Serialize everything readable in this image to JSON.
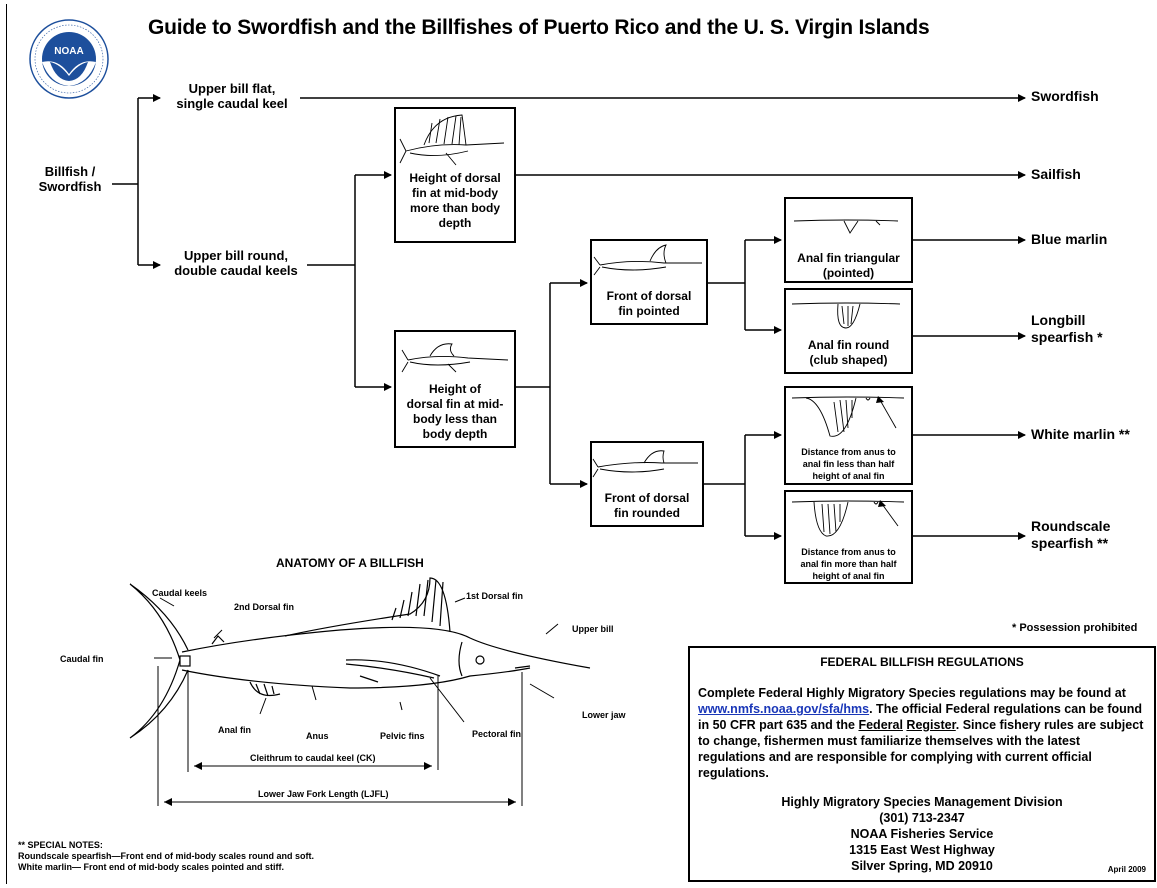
{
  "title": "Guide to Swordfish and the Billfishes of Puerto Rico and the U. S. Virgin Islands",
  "logo": {
    "text": "NOAA",
    "ring_top": "NATIONAL OCEANIC AND ATMOSPHERIC ADMINISTRATION",
    "ring_bottom": "U.S. DEPARTMENT OF COMMERCE",
    "color": "#1d4f9c"
  },
  "key": {
    "root": "Billfish /\nSwordfish",
    "upper_flat": "Upper bill flat,\nsingle caudal keel",
    "upper_round": "Upper bill round,\ndouble caudal keels",
    "dorsal_high": "Height of dorsal\nfin at mid-body\nmore than body\ndepth",
    "dorsal_low": "Height of\ndorsal fin at mid-\nbody less than\nbody depth",
    "front_pointed": "Front of dorsal\nfin pointed",
    "front_rounded": "Front of dorsal\nfin rounded",
    "anal_triangular": "Anal fin triangular\n(pointed)",
    "anal_round": "Anal fin round\n(club shaped)",
    "anus_less": "Distance from anus to\nanal fin less than half\nheight of anal fin",
    "anus_more": "Distance from anus to\nanal fin more than half\nheight of anal fin"
  },
  "species": {
    "swordfish": "Swordfish",
    "sailfish": "Sailfish",
    "blue_marlin": "Blue marlin",
    "longbill": "Longbill\nspearfish *",
    "white_marlin": "White marlin **",
    "roundscale": "Roundscale\nspearfish **"
  },
  "anatomy": {
    "title": "ANATOMY OF A BILLFISH",
    "caudal_keels": "Caudal keels",
    "second_dorsal": "2nd Dorsal fin",
    "first_dorsal": "1st Dorsal fin",
    "upper_bill": "Upper bill",
    "caudal_fin": "Caudal fin",
    "lower_jaw": "Lower jaw",
    "anal_fin": "Anal fin",
    "anus": "Anus",
    "pelvic_fins": "Pelvic fins",
    "pectoral_fin": "Pectoral fin",
    "ck": "Cleithrum to caudal keel (CK)",
    "ljfl": "Lower Jaw Fork Length (LJFL)"
  },
  "possession": "* Possession prohibited",
  "regulations": {
    "heading": "FEDERAL BILLFISH REGULATIONS",
    "body_1": "Complete Federal Highly Migratory Species regulations may be found at ",
    "link": "www.nmfs.noaa.gov/sfa/hms",
    "body_2": ".  The official Federal regulations can be found in 50 CFR part 635 and the ",
    "federal": "Federal",
    "register": "Register",
    "body_3": ".  Since fishery rules are subject to change, fishermen must familiarize themselves with the latest regulations and are responsible for complying with current official regulations.",
    "contact": "Highly Migratory Species Management Division\n(301) 713-2347\nNOAA Fisheries Service\n1315 East West Highway\nSilver Spring, MD 20910",
    "date": "April 2009"
  },
  "notes": {
    "heading": "** SPECIAL NOTES:",
    "roundscale": "Roundscale spearfish—Front end of mid-body scales round and soft.",
    "white": "White marlin—  Front end of mid-body scales pointed and stiff."
  }
}
